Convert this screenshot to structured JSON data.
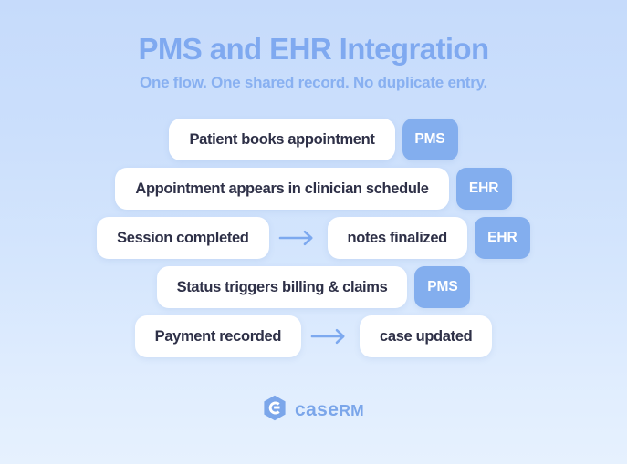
{
  "header": {
    "title": "PMS and EHR Integration",
    "subtitle": "One flow. One shared record. No duplicate entry."
  },
  "colors": {
    "background_top": "#c6dbfb",
    "background_bottom": "#e6f1fe",
    "title": "#7fa9f0",
    "subtitle": "#88b0f1",
    "card_background": "#ffffff",
    "card_text": "#2e3047",
    "badge_background": "#83aeee",
    "badge_text": "#ffffff",
    "arrow": "#7da9ef",
    "logo": "#7ba6ea"
  },
  "flow": {
    "rows": [
      {
        "id": "row-patient-books-appointment",
        "cards": [
          {
            "label": "Patient books appointment"
          }
        ],
        "arrows": [],
        "badge": "PMS"
      },
      {
        "id": "row-appointment-appears",
        "cards": [
          {
            "label": "Appointment appears in clinician schedule"
          }
        ],
        "arrows": [],
        "badge": "EHR"
      },
      {
        "id": "row-session-completed",
        "cards": [
          {
            "label": "Session completed"
          },
          {
            "label": "notes finalized"
          }
        ],
        "arrows": [
          {
            "name": "arrow-right-icon"
          }
        ],
        "badge": "EHR"
      },
      {
        "id": "row-status-triggers-billing",
        "cards": [
          {
            "label": "Status triggers billing & claims"
          }
        ],
        "arrows": [],
        "badge": "PMS"
      },
      {
        "id": "row-payment-recorded",
        "cards": [
          {
            "label": "Payment recorded"
          },
          {
            "label": "case updated"
          }
        ],
        "arrows": [
          {
            "name": "arrow-right-icon"
          }
        ],
        "badge": null
      }
    ]
  },
  "footer": {
    "logo": {
      "mark_icon": "caserm-hexagon-logo-icon",
      "word_primary": "case",
      "word_secondary": "RM"
    }
  }
}
